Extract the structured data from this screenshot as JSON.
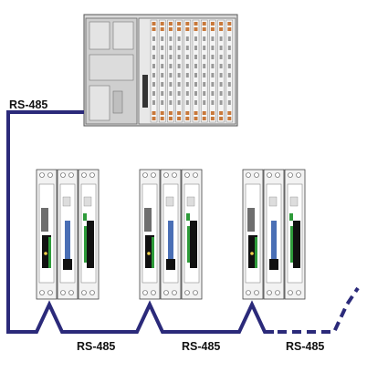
{
  "colors": {
    "bus_line": "#2b2a7a",
    "plc_body": "#d9d9d9",
    "plc_outline": "#555555",
    "terminal_orange": "#c8783a",
    "module_body": "#f2f2f2",
    "module_outline": "#444444",
    "accent_green": "#2e9b3a",
    "accent_blue": "#4a6fb5",
    "accent_black": "#111111"
  },
  "labels": {
    "bus_top": "RS-485",
    "bus_seg1": "RS-485",
    "bus_seg2": "RS-485",
    "bus_seg3": "RS-485"
  },
  "device_groups": [
    {
      "id": "group-1",
      "module_count": 3
    },
    {
      "id": "group-2",
      "module_count": 3
    },
    {
      "id": "group-3",
      "module_count": 3
    }
  ]
}
